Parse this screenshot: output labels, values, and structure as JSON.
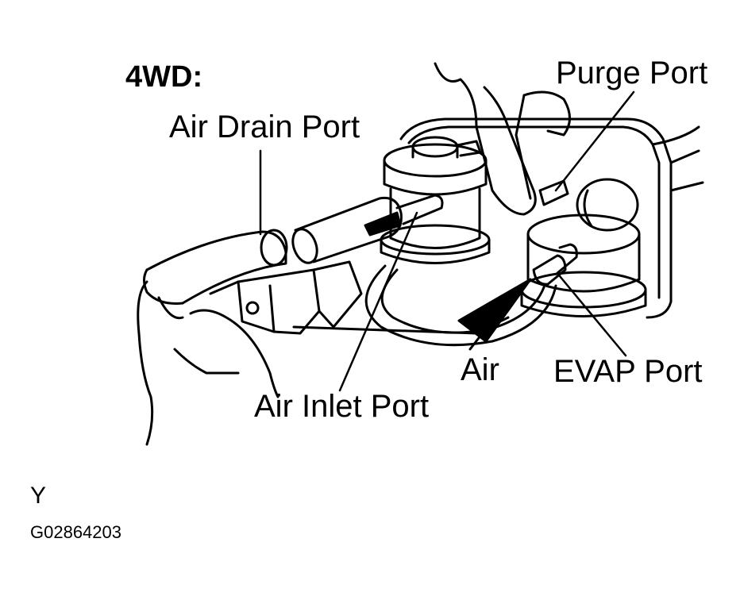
{
  "figure": {
    "title": "4WD:",
    "labels": {
      "purge_port": "Purge Port",
      "air_drain_port": "Air Drain Port",
      "air": "Air",
      "evap_port": "EVAP Port",
      "air_inlet_port": "Air Inlet Port"
    },
    "footer": {
      "code": "Y",
      "figure_id": "G02864203"
    }
  },
  "colors": {
    "ink": "#000000",
    "background": "#ffffff"
  }
}
